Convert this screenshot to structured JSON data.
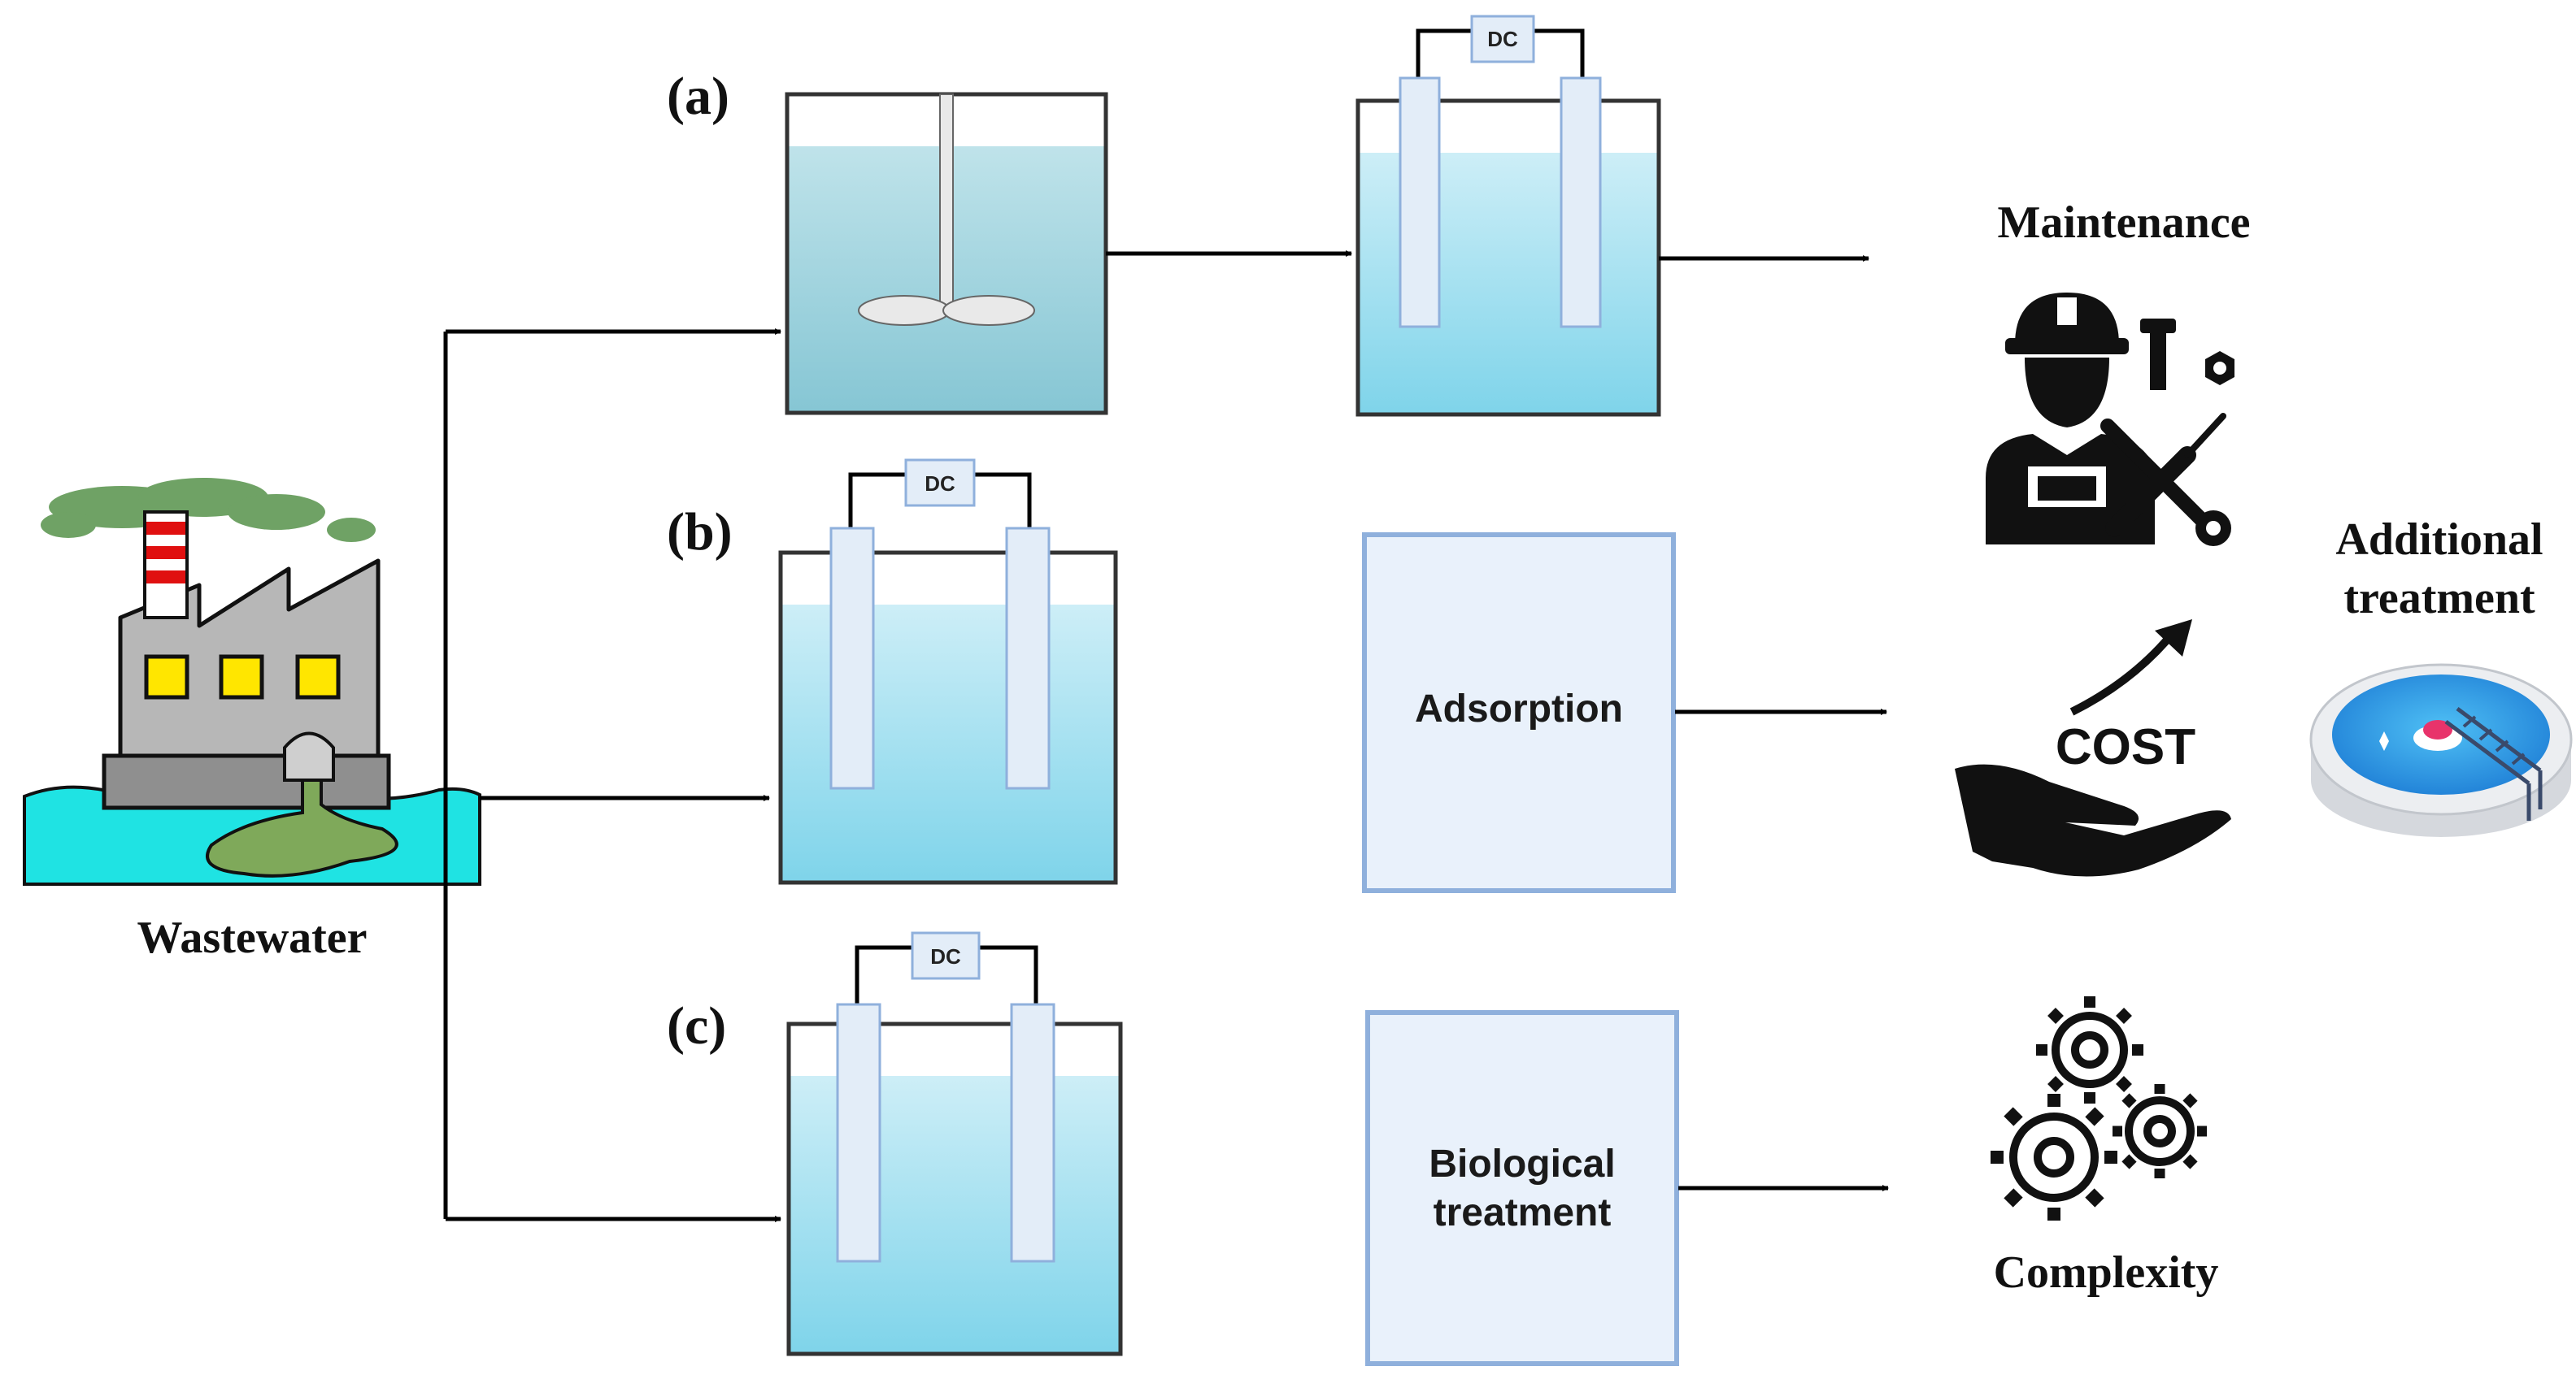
{
  "source": {
    "label": "Wastewater",
    "icon": "factory-icon"
  },
  "panels": [
    {
      "id": "a",
      "label": "(a)",
      "stage1": "mixing-tank",
      "stage2": "electrolysis-cell",
      "power_label": "DC",
      "outcome": "Maintenance"
    },
    {
      "id": "b",
      "label": "(b)",
      "stage1": "electrolysis-cell",
      "power_label": "DC",
      "stage2_label": "Adsorption",
      "outcome": "COST"
    },
    {
      "id": "c",
      "label": "(c)",
      "stage1": "electrolysis-cell",
      "power_label": "DC",
      "stage2_label": "Biological\ntreatment",
      "outcome": "Complexity"
    }
  ],
  "texts": {
    "label_a": "(a)",
    "label_b": "(b)",
    "label_c": "(c)",
    "dc": "DC",
    "wastewater": "Wastewater",
    "adsorption": "Adsorption",
    "bio_line1": "Biological",
    "bio_line2": "treatment",
    "maintenance": "Maintenance",
    "cost": "COST",
    "complexity": "Complexity",
    "additional_line1": "Additional",
    "additional_line2": "treatment"
  },
  "icons": {
    "worker": "maintenance-worker-icon",
    "cost": "rising-cost-hand-icon",
    "gears": "gears-icon",
    "pool": "treatment-basin-icon"
  },
  "colors": {
    "water_light": "#cdeef7",
    "water_dark": "#7fd4ea",
    "mix_tank_water": "#a9d9e3",
    "electrode": "#e3edf8",
    "box_fill": "#e9f1fb",
    "box_border": "#8fb0dc",
    "factory_gray": "#b7b7b7",
    "smoke": "#6fa265",
    "sea": "#1fe3e3",
    "sludge": "#7fa95a",
    "window": "#ffe600",
    "chimney_red": "#e01010"
  }
}
